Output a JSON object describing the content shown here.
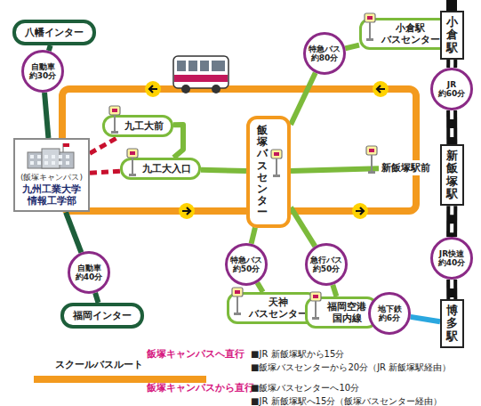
{
  "diagram": {
    "nodes": [
      {
        "text": [
          "八幡インター"
        ]
      },
      {
        "text": [
          "(飯塚キャンパス)",
          "九州工業大学 情報工学部"
        ]
      },
      {
        "text": [
          "福岡インター"
        ]
      },
      {
        "text": [
          "九工大前"
        ]
      },
      {
        "text": [
          "九工大入口"
        ]
      },
      {
        "text": [
          "飯塚バスセンター"
        ]
      },
      {
        "text": [
          "新飯塚駅前"
        ]
      },
      {
        "text": [
          "小倉駅 バスセンター"
        ]
      },
      {
        "text": [
          "天神 バスセンター"
        ]
      },
      {
        "text": [
          "福岡空港 国内線"
        ]
      },
      {
        "text": [
          "小倉駅"
        ]
      },
      {
        "text": [
          "新飯塚駅"
        ]
      },
      {
        "text": [
          "博多駅"
        ]
      },
      {
        "text": [
          "自動車 約30分"
        ]
      },
      {
        "text": [
          "自動車 約40分"
        ]
      },
      {
        "text": [
          "特急バス 約80分"
        ]
      },
      {
        "text": [
          "特急バス 約50分"
        ]
      },
      {
        "text": [
          "急行バス 約50分"
        ]
      },
      {
        "text": [
          "地下鉄 約6分"
        ]
      },
      {
        "text": [
          "JR 約60分"
        ]
      },
      {
        "text": [
          "JR快速 約40分"
        ]
      }
    ],
    "edges": [
      {
        "from": 0,
        "to": 13,
        "arrow": "none"
      },
      {
        "from": 13,
        "to": 1,
        "arrow": "none"
      },
      {
        "from": 1,
        "to": 14,
        "arrow": "none"
      },
      {
        "from": 14,
        "to": 2,
        "arrow": "none"
      },
      {
        "from": 1,
        "to": 3,
        "arrow": "none"
      },
      {
        "from": 1,
        "to": 4,
        "arrow": "none"
      },
      {
        "from": 3,
        "to": 4,
        "arrow": "none"
      },
      {
        "from": 4,
        "to": 5,
        "arrow": "none"
      },
      {
        "from": 5,
        "to": 6,
        "arrow": "none"
      },
      {
        "from": 5,
        "to": 15,
        "arrow": "none"
      },
      {
        "from": 15,
        "to": 7,
        "arrow": "none"
      },
      {
        "from": 5,
        "to": 16,
        "arrow": "none"
      },
      {
        "from": 16,
        "to": 8,
        "arrow": "none"
      },
      {
        "from": 5,
        "to": 17,
        "arrow": "none"
      },
      {
        "from": 17,
        "to": 9,
        "arrow": "none"
      },
      {
        "from": 9,
        "to": 18,
        "arrow": "none"
      },
      {
        "from": 18,
        "to": 12,
        "arrow": "none"
      },
      {
        "from": 10,
        "to": 19,
        "arrow": "none"
      },
      {
        "from": 19,
        "to": 11,
        "arrow": "none"
      },
      {
        "from": 11,
        "to": 20,
        "arrow": "none"
      },
      {
        "from": 20,
        "to": 12,
        "arrow": "none"
      }
    ],
    "labels": [
      "飯塚キャンパスへ直行",
      "■JR 新飯塚駅から15分",
      "■飯塚バスセンターから20分（JR 新飯塚駅経由）",
      "飯塚キャンパスから直行",
      "■飯塚バスセンターへ10分",
      "■JR 新飯塚駅へ15分（飯塚バスセンター経由）"
    ],
    "legend": [
      {
        "text": "スクールバスルート"
      }
    ]
  }
}
